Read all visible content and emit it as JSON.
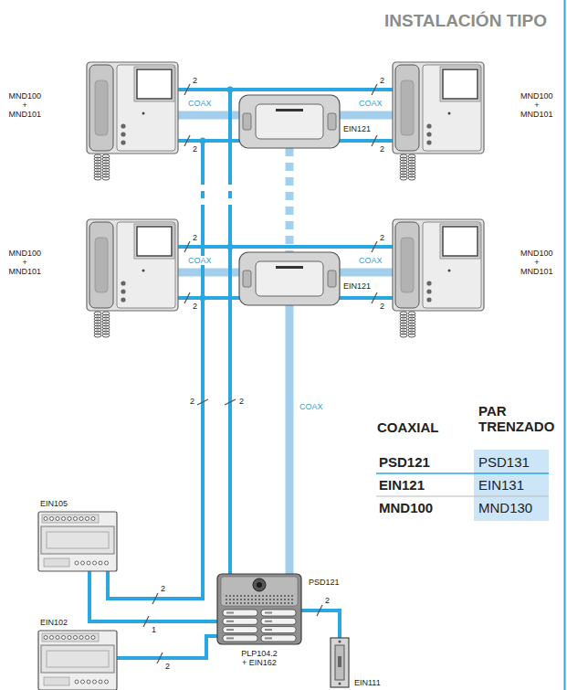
{
  "diagram": {
    "title": "INSTALACIÓN TIPO",
    "nodes": [
      {
        "text": [
          "MND100 + MND101"
        ]
      },
      {
        "text": [
          "EIN121"
        ]
      },
      {
        "text": [
          "MND100 + MND101"
        ]
      },
      {
        "text": [
          "MND100 + MND101"
        ]
      },
      {
        "text": [
          "EIN121"
        ]
      },
      {
        "text": [
          "MND100 + MND101"
        ]
      },
      {
        "text": [
          "EIN105"
        ]
      },
      {
        "text": [
          "PSD121",
          "PLP104.2 + EIN162"
        ]
      },
      {
        "text": [
          "EIN102"
        ]
      },
      {
        "text": [
          "EIN111"
        ]
      }
    ],
    "edges": [
      {
        "from": 0,
        "to": 1,
        "arrow": "none",
        "label": "COAX"
      },
      {
        "from": 1,
        "to": 2,
        "arrow": "none",
        "label": "COAX"
      },
      {
        "from": 3,
        "to": 4,
        "arrow": "none",
        "label": "COAX"
      },
      {
        "from": 4,
        "to": 5,
        "arrow": "none",
        "label": "COAX"
      },
      {
        "from": 1,
        "to": 4,
        "arrow": "none"
      },
      {
        "from": 4,
        "to": 7,
        "arrow": "none",
        "label": "COAX"
      },
      {
        "from": 7,
        "to": 0,
        "arrow": "none",
        "label": "2"
      },
      {
        "from": 7,
        "to": 2,
        "arrow": "none",
        "label": "2"
      },
      {
        "from": 7,
        "to": 3,
        "arrow": "none",
        "label": "2"
      },
      {
        "from": 7,
        "to": 5,
        "arrow": "none",
        "label": "2"
      },
      {
        "from": 6,
        "to": 0,
        "arrow": "none",
        "label": "2"
      },
      {
        "from": 6,
        "to": 2,
        "arrow": "none",
        "label": "2"
      },
      {
        "from": 6,
        "to": 3,
        "arrow": "none",
        "label": "2"
      },
      {
        "from": 6,
        "to": 5,
        "arrow": "none",
        "label": "2"
      },
      {
        "from": 6,
        "to": 7,
        "arrow": "none",
        "label": "1"
      },
      {
        "from": 8,
        "to": 7,
        "arrow": "none",
        "label": "2"
      },
      {
        "from": 7,
        "to": 9,
        "arrow": "none",
        "label": "2"
      }
    ],
    "labels": [
      "2",
      "2",
      "2",
      "COAXIAL",
      "PAR TRENZADO",
      "PSD121",
      "PSD131",
      "EIN121",
      "EIN131",
      "MND100",
      "MND130"
    ]
  }
}
